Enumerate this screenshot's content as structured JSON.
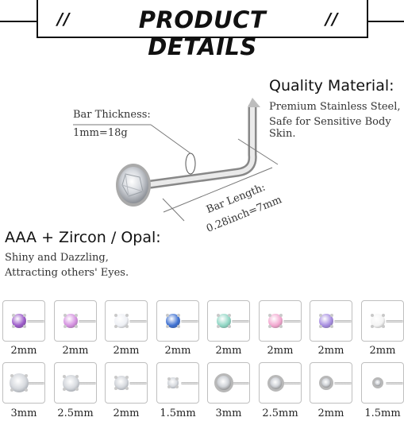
{
  "banner": {
    "title": "PRODUCT DETAILS",
    "slashes_left": "//",
    "slashes_right": "//"
  },
  "quality": {
    "heading": "Quality Material:",
    "line1": "Premium Stainless Steel,",
    "line2": "Safe for Sensitive Body Skin."
  },
  "bar_thickness": {
    "label": "Bar Thickness:",
    "value": "1mm=18g"
  },
  "bar_length": {
    "label": "Bar Length:",
    "value": "0.28inch=7mm"
  },
  "stone": {
    "heading": "AAA + Zircon / Opal:",
    "line1": "Shiny and Dazzling,",
    "line2": "Attracting others' Eyes."
  },
  "row1": [
    {
      "label": "2mm",
      "color": "#9b59c9",
      "gem": "opal-purple"
    },
    {
      "label": "2mm",
      "color": "#d48fe0",
      "gem": "opal-pink"
    },
    {
      "label": "2mm",
      "color": "#eef0f5",
      "gem": "opal-white"
    },
    {
      "label": "2mm",
      "color": "#3c6fd1",
      "gem": "opal-blue"
    },
    {
      "label": "2mm",
      "color": "#8fd6c4",
      "gem": "opal-fire"
    },
    {
      "label": "2mm",
      "color": "#f2a6cf",
      "gem": "zircon-pink"
    },
    {
      "label": "2mm",
      "color": "#a58be0",
      "gem": "zircon-violet"
    },
    {
      "label": "2mm",
      "color": "#f4f4f4",
      "gem": "zircon-clear"
    }
  ],
  "row2": [
    {
      "label": "3mm",
      "gem": "prong-clear"
    },
    {
      "label": "2.5mm",
      "gem": "prong-clear"
    },
    {
      "label": "2mm",
      "gem": "prong-clear"
    },
    {
      "label": "1.5mm",
      "gem": "prong-clear"
    },
    {
      "label": "3mm",
      "gem": "bezel-clear"
    },
    {
      "label": "2.5mm",
      "gem": "bezel-clear"
    },
    {
      "label": "2mm",
      "gem": "bezel-clear"
    },
    {
      "label": "1.5mm",
      "gem": "bezel-clear"
    }
  ]
}
